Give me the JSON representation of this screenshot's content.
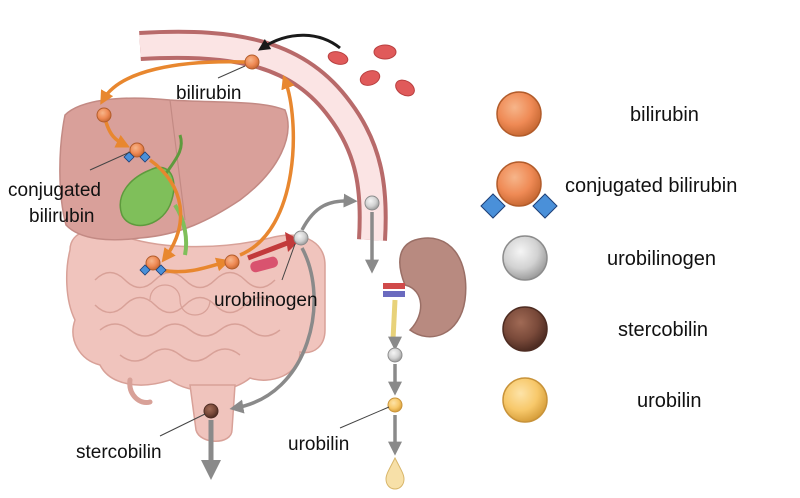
{
  "diagram": {
    "labels": {
      "bilirubin": "bilirubin",
      "conjugated_line1": "conjugated",
      "conjugated_line2": "bilirubin",
      "urobilinogen": "urobilinogen",
      "stercobilin": "stercobilin",
      "urobilin": "urobilin"
    }
  },
  "legend": {
    "items": [
      {
        "key": "bilirubin",
        "label": "bilirubin",
        "color": "#ef8a55"
      },
      {
        "key": "conjugated",
        "label": "conjugated bilirubin",
        "color": "#ef8a55"
      },
      {
        "key": "urobilinogen",
        "label": "urobilinogen",
        "color": "#cfcfcf"
      },
      {
        "key": "stercobilin",
        "label": "stercobilin",
        "color": "#7a4a3a"
      },
      {
        "key": "urobilin",
        "label": "urobilin",
        "color": "#f7c86a"
      }
    ]
  },
  "colors": {
    "orange_arrow": "#e8872f",
    "gray_arrow": "#8a8a8a",
    "black_arrow": "#1a1a1a",
    "vessel": "#c97a7a",
    "vessel_inner": "#fbe4e4",
    "liver": "#d9a09a",
    "gallbladder": "#7fbf5a",
    "intestine": "#f0c4bd",
    "kidney": "#b88a80",
    "rbc": "#e05a5a"
  }
}
